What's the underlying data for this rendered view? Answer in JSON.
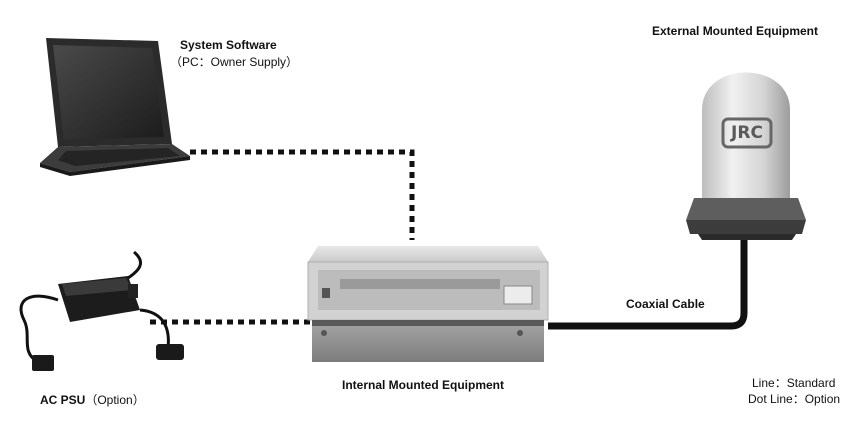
{
  "labels": {
    "system_software_title": "System Software",
    "system_software_sub": "（PC：Owner Supply）",
    "external_title": "External Mounted Equipment",
    "coaxial": "Coaxial Cable",
    "internal_title": "Internal Mounted Equipment",
    "ac_psu_title": "AC PSU",
    "ac_psu_sub": "（Option）",
    "legend_line": "Line：Standard",
    "legend_dot": "Dot Line：Option"
  },
  "logo": {
    "text": "JRC"
  },
  "colors": {
    "cable": "#111111",
    "device_light": "#d9d9d9",
    "device_dark": "#3a3a3a"
  }
}
